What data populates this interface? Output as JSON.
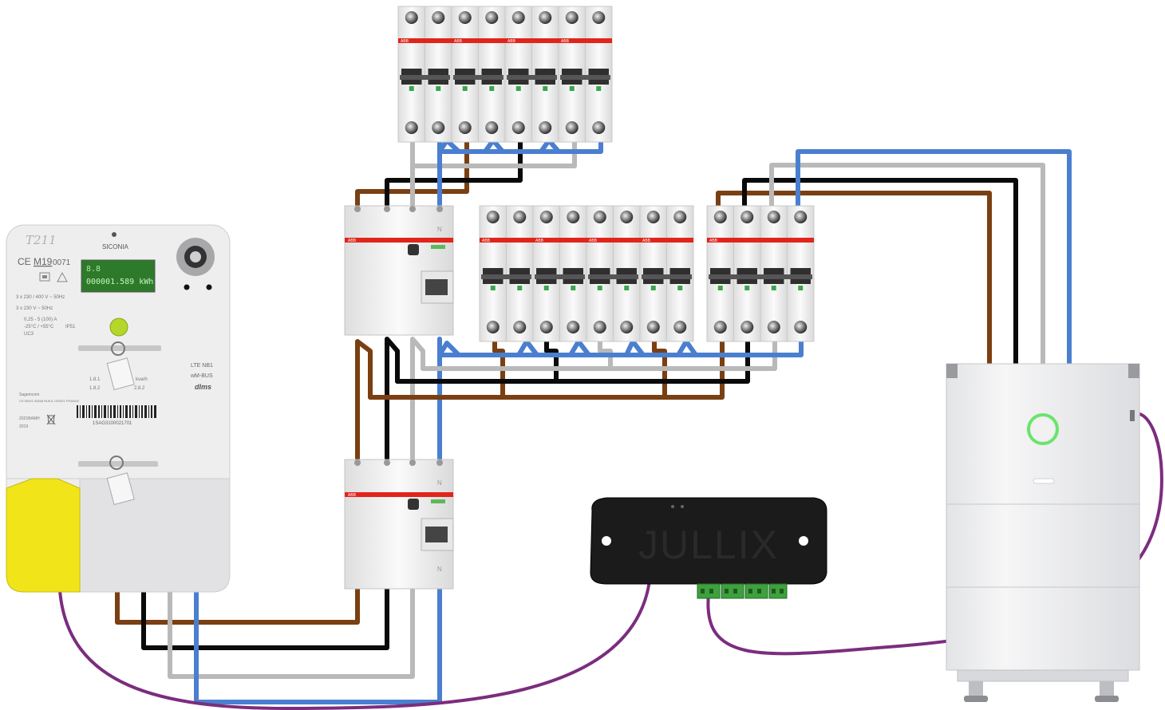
{
  "colors": {
    "phase_brown": "#7a3f12",
    "phase_black": "#0a0a0a",
    "phase_grey": "#b9b9b9",
    "neutral_blue": "#4a7fcf",
    "data_purple": "#7b2d7e",
    "abb_red": "#e1251b",
    "meter_yellow": "#f1e51a",
    "lcd_green": "#2c7a2a",
    "terminal_green": "#3da13d"
  },
  "meter": {
    "model": "T211",
    "brand": "SICONIA",
    "ce_mark": "CE",
    "mid_mark": "M19",
    "mid_number": "0071",
    "lcd_line1": "8.8",
    "lcd_line2": "000001.589 kWh",
    "voltage_3ph": "3 x 230 / 400 V ~ 50Hz",
    "voltage_1ph": "3 x 230 V ~ 50Hz",
    "current": "0,25 - 5 (100) A",
    "temp": "-25°C / +55°C",
    "ip": "IP51",
    "uc": "UC3",
    "lte": "LTE NB1",
    "wmbus": "wM-BUS",
    "dlms": "dlms",
    "manufacturer": "Sagemcom",
    "address": "CS 50001\n92848 RUEIL CEDEX\nFRANCE",
    "serial": "1SAG3100021701",
    "year_code": "2021BAMH",
    "year": "2019",
    "reg_label_1": "1.8.1",
    "reg_label_2": "1.8.2",
    "reg_label_3": "2.8.2",
    "kvarh": "kvarh"
  },
  "breaker_brand": "ABB",
  "rcd_neutral": "N",
  "controller": {
    "name": "JULLIX"
  },
  "icons": [
    "plug-icon",
    "warning-icon",
    "weee-bin-icon",
    "seal-icon"
  ]
}
